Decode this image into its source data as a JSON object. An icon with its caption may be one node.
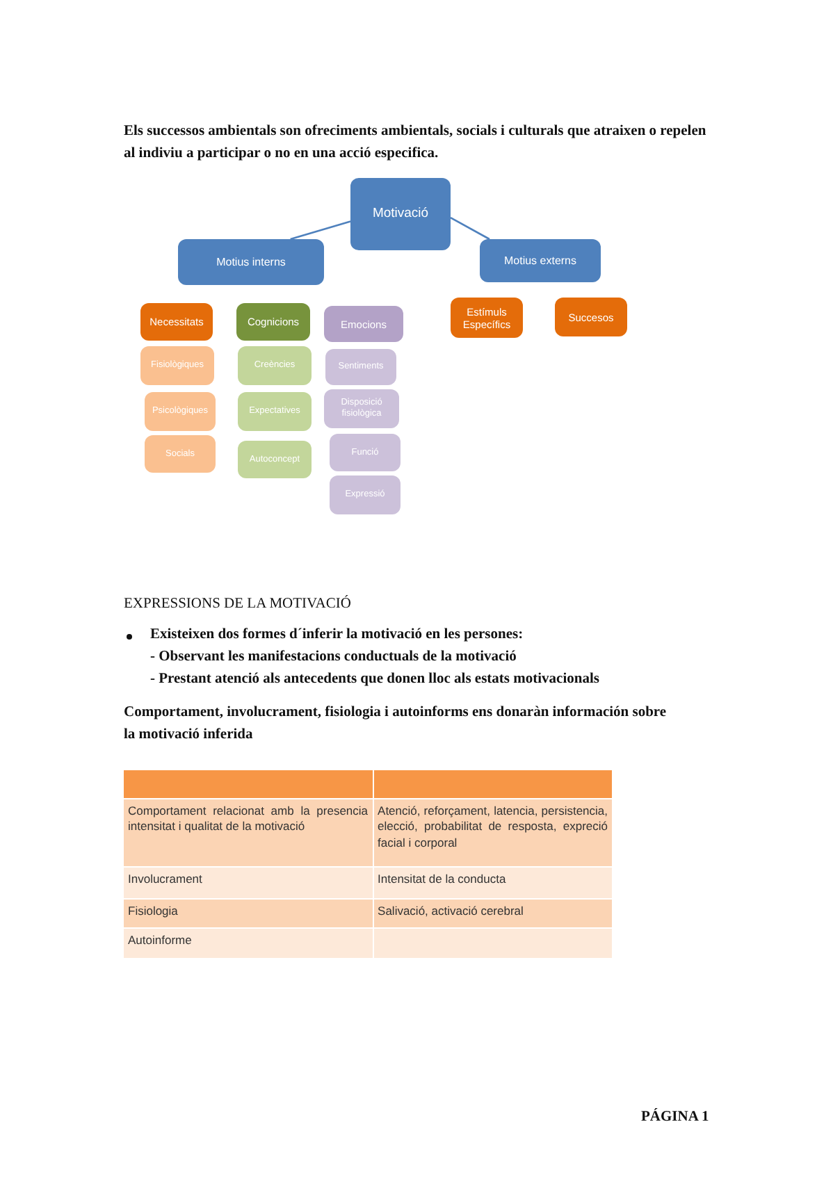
{
  "diagram": {
    "nodes": [
      {
        "text": [
          "Motivació"
        ]
      },
      {
        "text": [
          "Motius interns"
        ]
      },
      {
        "text": [
          "Motius externs"
        ]
      },
      {
        "text": [
          "Necessitats"
        ]
      },
      {
        "text": [
          "Cognicions"
        ]
      },
      {
        "text": [
          "Emocions"
        ]
      },
      {
        "text": [
          "Estímuls Específics"
        ]
      },
      {
        "text": [
          "Succesos"
        ]
      },
      {
        "text": [
          "Fisiològiques"
        ]
      },
      {
        "text": [
          "Psicològiques"
        ]
      },
      {
        "text": [
          "Socials"
        ]
      },
      {
        "text": [
          "Creències"
        ]
      },
      {
        "text": [
          "Expectatives"
        ]
      },
      {
        "text": [
          "Autoconcept"
        ]
      },
      {
        "text": [
          "Sentiments"
        ]
      },
      {
        "text": [
          "Disposició fisiològica"
        ]
      },
      {
        "text": [
          "Funció"
        ]
      },
      {
        "text": [
          "Expressió"
        ]
      }
    ],
    "edges": [
      {
        "from": 0,
        "to": 1,
        "arrow": "none"
      },
      {
        "from": 0,
        "to": 2,
        "arrow": "none"
      }
    ],
    "labels": [
      "Els successos ambientals son ofreciments ambientals, socials i culturals que atraixen o repelen al indiviu a participar o no en una acció especifica.",
      "EXPRESSIONS DE LA MOTIVACIÓ",
      "Existeixen dos formes d´inferir la motivació en les persones:",
      "- Observant les manifestacions conductuals de la motivació",
      "- Prestant atenció als antecedents que donen lloc als estats motivacionals",
      "Comportament, involucrament, fisiologia i autoinforms ens donaràn información sobre la motivació inferida",
      "Comportament relacionat amb la presencia intensitat i qualitat de la motivació",
      "Atenció, reforçament, latencia, persistencia, elecció, probabilitat de resposta, expreció facial i corporal",
      "Involucrament",
      "Intensitat de la conducta",
      "Fisiologia",
      "Salivació, activació cerebral",
      "Autoinforme",
      "PÁGINA 1"
    ]
  }
}
